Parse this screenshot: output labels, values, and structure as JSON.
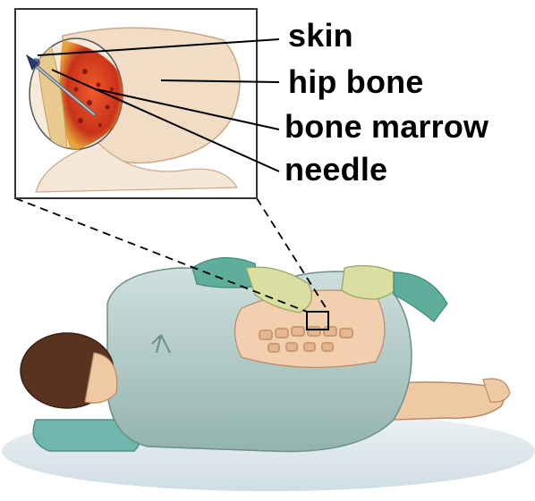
{
  "labels": {
    "skin": "skin",
    "hip_bone": "hip bone",
    "bone_marrow": "bone marrow",
    "needle": "needle"
  },
  "colors": {
    "line": "#000000",
    "bone": "#e9c9a8",
    "marrow": "#d9481f",
    "drape": "#a9c2bf",
    "skin_tone": "#efc9a4",
    "glove": "#d9dfa0",
    "hair": "#5a3320",
    "pillow": "#6fb7ad",
    "sleeve": "#5fae9c"
  },
  "icons": [
    "needle-icon",
    "magnifier-inset"
  ]
}
